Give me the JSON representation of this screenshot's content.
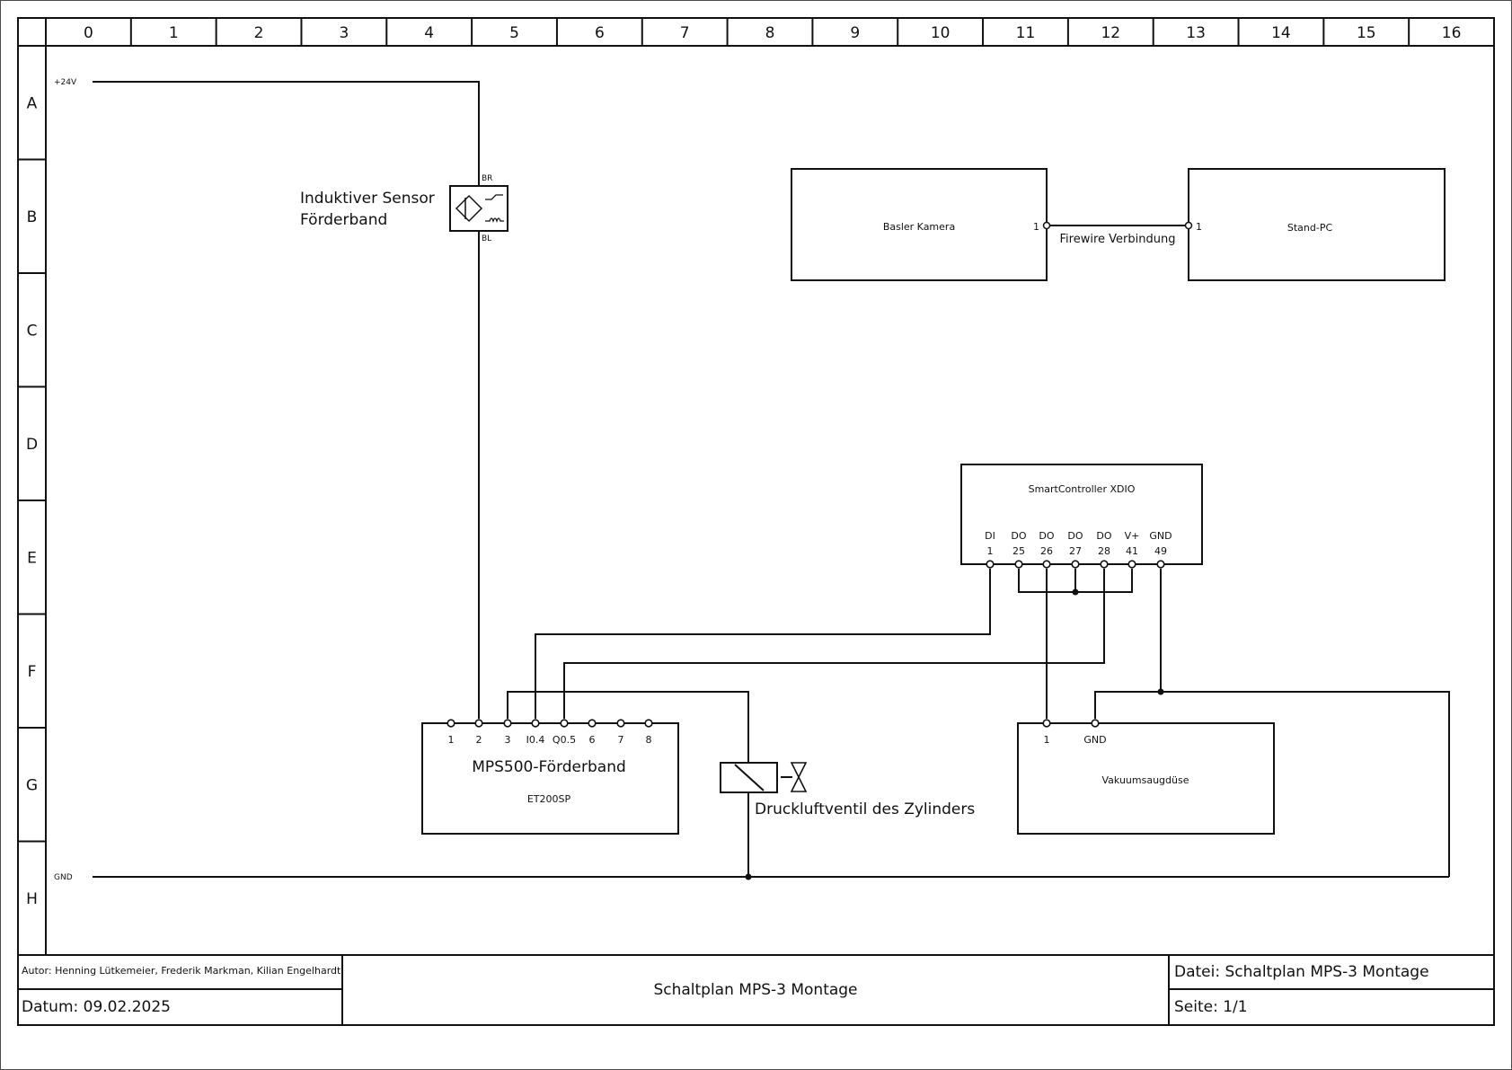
{
  "sheet": {
    "columns": [
      "0",
      "1",
      "2",
      "3",
      "4",
      "5",
      "6",
      "7",
      "8",
      "9",
      "10",
      "11",
      "12",
      "13",
      "14",
      "15",
      "16"
    ],
    "rows": [
      "A",
      "B",
      "C",
      "D",
      "E",
      "F",
      "G",
      "H"
    ]
  },
  "nets": {
    "supply_label": "+24V",
    "ground_label": "GND"
  },
  "sensor": {
    "title_line1": "Induktiver Sensor",
    "title_line2": "Förderband",
    "pin_top": "BR",
    "pin_bottom": "BL"
  },
  "camera": {
    "label": "Basler Kamera",
    "port": "1"
  },
  "connection": {
    "label": "Firewire Verbindung"
  },
  "pc": {
    "label": "Stand-PC",
    "port": "1"
  },
  "controller": {
    "label": "SmartController XDIO",
    "pins": [
      {
        "name": "DI",
        "number": "1"
      },
      {
        "name": "DO",
        "number": "25"
      },
      {
        "name": "DO",
        "number": "26"
      },
      {
        "name": "DO",
        "number": "27"
      },
      {
        "name": "DO",
        "number": "28"
      },
      {
        "name": "V+",
        "number": "41"
      },
      {
        "name": "GND",
        "number": "49"
      }
    ]
  },
  "conveyor": {
    "label": "MPS500-Förderband",
    "sublabel": "ET200SP",
    "pins": [
      "1",
      "2",
      "3",
      "I0.4",
      "Q0.5",
      "6",
      "7",
      "8"
    ]
  },
  "valve": {
    "label": "Druckluftventil des Zylinders"
  },
  "vacuum": {
    "label": "Vakuumsaugdüse",
    "pins": [
      "1",
      "GND"
    ]
  },
  "title_block": {
    "author": "Autor: Henning Lütkemeier, Frederik Markman, Kilian Engelhardt",
    "date": "Datum: 09.02.2025",
    "title": "Schaltplan MPS-3 Montage",
    "file": "Datei: Schaltplan MPS-3 Montage",
    "page": "Seite: 1/1"
  }
}
